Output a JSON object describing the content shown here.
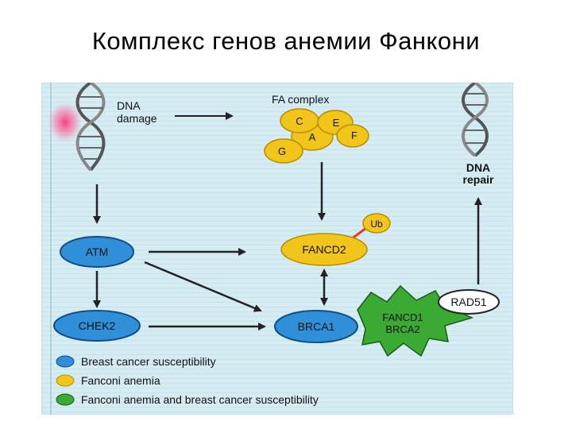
{
  "slide": {
    "title": "Комплекс генов анемии Фанкони"
  },
  "diagram": {
    "dna_damage": [
      "DNA",
      "damage"
    ],
    "fa_complex_label": "FA complex",
    "fa_subunits": [
      "C",
      "E",
      "A",
      "F",
      "G"
    ],
    "ub": "Ub",
    "fancd2": "FANCD2",
    "atm": "ATM",
    "chek2": "CHEK2",
    "brca1": "BRCA1",
    "fancd1_brca2": [
      "FANCD1",
      "BRCA2"
    ],
    "rad51": "RAD51",
    "dna_repair": [
      "DNA",
      "repair"
    ]
  },
  "legend": [
    {
      "label": "Breast cancer susceptibility",
      "color": "#2f8fd8"
    },
    {
      "label": "Fanconi anemia",
      "color": "#f2c51a"
    },
    {
      "label": "Fanconi anemia and breast cancer susceptibility",
      "color": "#3aaa32"
    }
  ],
  "colors": {
    "background": "#d6ecf3",
    "blue": "#2f8fd8",
    "yellow": "#f2c51a",
    "green": "#3aaa32",
    "ub_red": "#e23b1c"
  }
}
